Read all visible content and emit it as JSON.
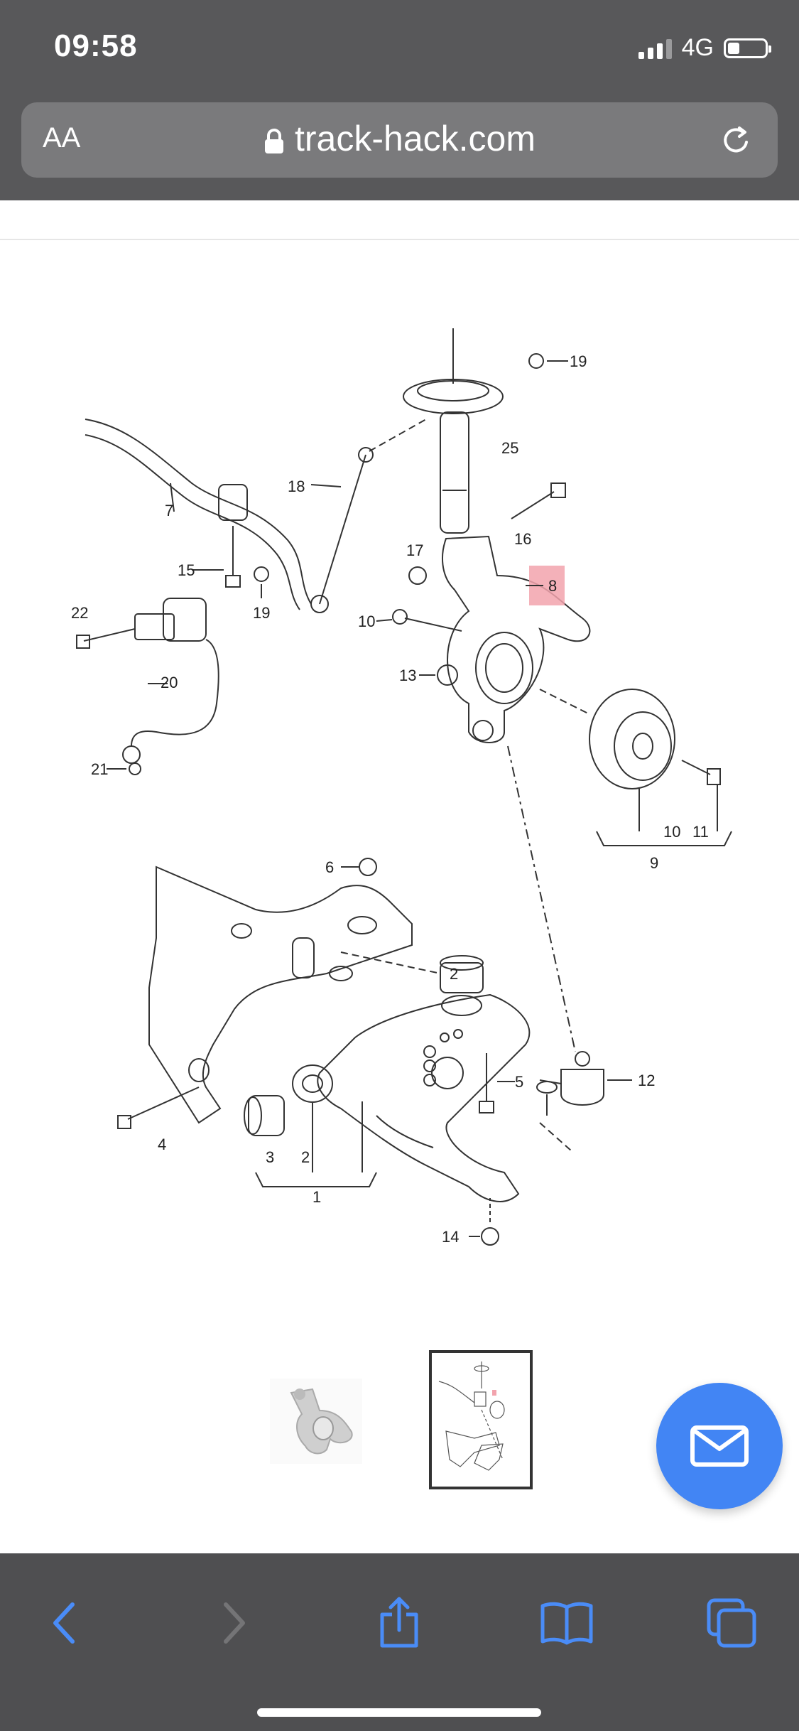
{
  "status": {
    "time": "09:58",
    "network": "4G",
    "battery_icon": "battery-low-icon",
    "signal_icon": "signal-bars-icon"
  },
  "browser": {
    "aa_label": "AA",
    "url": "track-hack.com",
    "lock_icon": "lock-icon",
    "reload_icon": "reload-icon"
  },
  "diagram": {
    "callouts": [
      "19",
      "25",
      "18",
      "16",
      "7",
      "17",
      "8",
      "15",
      "19",
      "10",
      "22",
      "13",
      "20",
      "21",
      "6",
      "10",
      "11",
      "9",
      "2",
      "5",
      "4",
      "12",
      "3",
      "2",
      "1",
      "14"
    ],
    "highlight_color": "#f2a3ad",
    "highlighted_part": "8"
  },
  "gallery": {
    "thumbnails": [
      "thumbnail-knuckle",
      "thumbnail-diagram"
    ],
    "selected_index": 1
  },
  "contact": {
    "icon": "mail-icon",
    "color": "#4285f4"
  },
  "toolbar": {
    "back_icon": "chevron-left-icon",
    "forward_icon": "chevron-right-icon",
    "share_icon": "share-icon",
    "bookmarks_icon": "book-icon",
    "tabs_icon": "tabs-icon",
    "accent": "#4a8cf7"
  }
}
